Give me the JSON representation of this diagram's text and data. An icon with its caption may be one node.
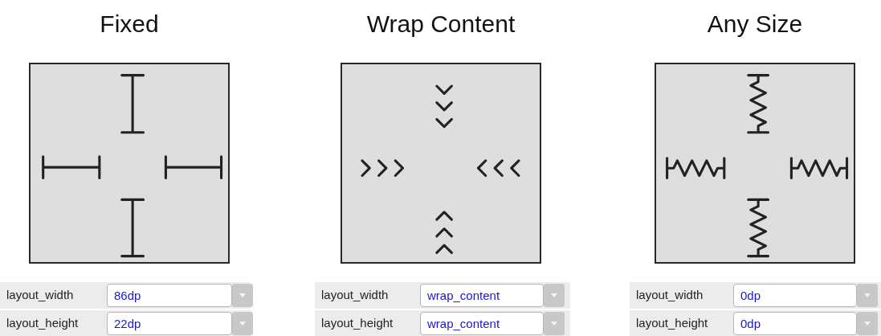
{
  "diagram": {
    "nodes": [
      {
        "text": [
          "Fixed"
        ]
      },
      {
        "text": [
          "Wrap Content"
        ]
      },
      {
        "text": [
          "Any Size"
        ]
      }
    ],
    "labels": [
      "layout_width",
      "86dp",
      "layout_height",
      "22dp",
      "layout_width",
      "wrap_content",
      "layout_height",
      "wrap_content",
      "layout_width",
      "0dp",
      "layout_height",
      "0dp"
    ]
  }
}
